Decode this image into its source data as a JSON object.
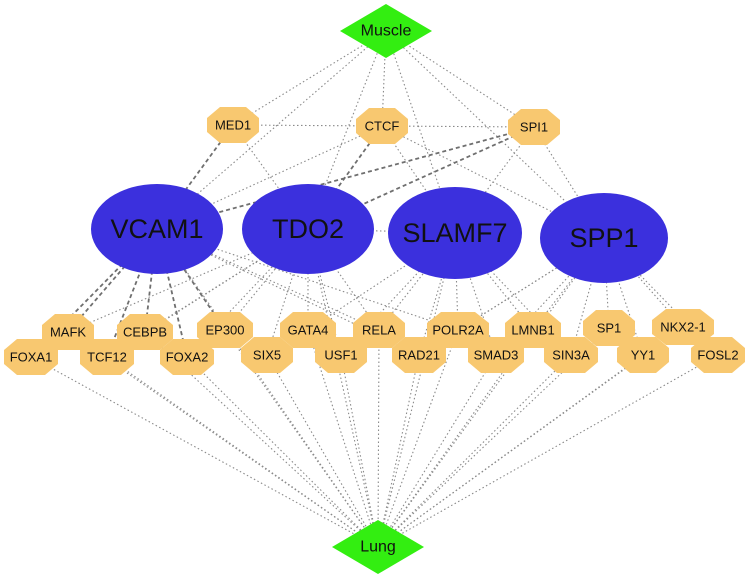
{
  "colors": {
    "hub": "#33ee11",
    "tf": "#f8c870",
    "gene": "#3b30dd",
    "edge": "#8a8a8a",
    "edge_dark": "#6f6f6f"
  },
  "hubs": {
    "muscle": "Muscle",
    "lung": "Lung"
  },
  "genes": {
    "vcam1": "VCAM1",
    "tdo2": "TDO2",
    "slamf7": "SLAMF7",
    "spp1": "SPP1"
  },
  "tfs": {
    "med1": "MED1",
    "ctcf": "CTCF",
    "spi1": "SPI1",
    "mafk": "MAFK",
    "cebpb": "CEBPB",
    "ep300": "EP300",
    "gata4": "GATA4",
    "rela": "RELA",
    "polr2a": "POLR2A",
    "lmnb1": "LMNB1",
    "sp1": "SP1",
    "nkx2_1": "NKX2-1",
    "foxa1": "FOXA1",
    "tcf12": "TCF12",
    "foxa2": "FOXA2",
    "six5": "SIX5",
    "usf1": "USF1",
    "rad21": "RAD21",
    "smad3": "SMAD3",
    "sin3a": "SIN3A",
    "yy1": "YY1",
    "fosl2": "FOSL2"
  },
  "edges": [
    [
      "muscle",
      "med1"
    ],
    [
      "muscle",
      "ctcf"
    ],
    [
      "muscle",
      "spi1"
    ],
    [
      "muscle",
      "vcam1"
    ],
    [
      "muscle",
      "tdo2"
    ],
    [
      "muscle",
      "slamf7"
    ],
    [
      "muscle",
      "spp1"
    ],
    [
      "med1",
      "vcam1"
    ],
    [
      "med1",
      "tdo2"
    ],
    [
      "med1",
      "spi1"
    ],
    [
      "ctcf",
      "vcam1"
    ],
    [
      "ctcf",
      "tdo2"
    ],
    [
      "ctcf",
      "slamf7"
    ],
    [
      "ctcf",
      "spp1"
    ],
    [
      "spi1",
      "vcam1"
    ],
    [
      "spi1",
      "tdo2"
    ],
    [
      "spi1",
      "slamf7"
    ],
    [
      "spi1",
      "spp1"
    ],
    [
      "vcam1",
      "mafk"
    ],
    [
      "vcam1",
      "foxa1"
    ],
    [
      "vcam1",
      "tcf12"
    ],
    [
      "vcam1",
      "cebpb"
    ],
    [
      "vcam1",
      "foxa2"
    ],
    [
      "vcam1",
      "ep300"
    ],
    [
      "vcam1",
      "rela"
    ],
    [
      "vcam1",
      "rad21"
    ],
    [
      "vcam1",
      "polr2a"
    ],
    [
      "tdo2",
      "mafk"
    ],
    [
      "tdo2",
      "cebpb"
    ],
    [
      "tdo2",
      "foxa2"
    ],
    [
      "tdo2",
      "ep300"
    ],
    [
      "tdo2",
      "six5"
    ],
    [
      "tdo2",
      "gata4"
    ],
    [
      "tdo2",
      "usf1"
    ],
    [
      "tdo2",
      "rela"
    ],
    [
      "tdo2",
      "tcf12"
    ],
    [
      "tdo2",
      "slamf7"
    ],
    [
      "slamf7",
      "rela"
    ],
    [
      "slamf7",
      "polr2a"
    ],
    [
      "slamf7",
      "rad21"
    ],
    [
      "slamf7",
      "smad3"
    ],
    [
      "slamf7",
      "lmnb1"
    ],
    [
      "slamf7",
      "usf1"
    ],
    [
      "slamf7",
      "gata4"
    ],
    [
      "slamf7",
      "sin3a"
    ],
    [
      "spp1",
      "polr2a"
    ],
    [
      "spp1",
      "lmnb1"
    ],
    [
      "spp1",
      "sp1"
    ],
    [
      "spp1",
      "yy1"
    ],
    [
      "spp1",
      "nkx2_1"
    ],
    [
      "spp1",
      "fosl2"
    ],
    [
      "spp1",
      "sin3a"
    ],
    [
      "spp1",
      "smad3"
    ],
    [
      "spp1",
      "rad21"
    ],
    [
      "lung",
      "foxa1"
    ],
    [
      "lung",
      "mafk"
    ],
    [
      "lung",
      "tcf12"
    ],
    [
      "lung",
      "cebpb"
    ],
    [
      "lung",
      "foxa2"
    ],
    [
      "lung",
      "ep300"
    ],
    [
      "lung",
      "six5"
    ],
    [
      "lung",
      "gata4"
    ],
    [
      "lung",
      "usf1"
    ],
    [
      "lung",
      "rela"
    ],
    [
      "lung",
      "rad21"
    ],
    [
      "lung",
      "polr2a"
    ],
    [
      "lung",
      "smad3"
    ],
    [
      "lung",
      "lmnb1"
    ],
    [
      "lung",
      "sin3a"
    ],
    [
      "lung",
      "sp1"
    ],
    [
      "lung",
      "yy1"
    ],
    [
      "lung",
      "nkx2_1"
    ],
    [
      "lung",
      "fosl2"
    ],
    [
      "lung",
      "vcam1"
    ],
    [
      "lung",
      "tdo2"
    ],
    [
      "lung",
      "slamf7"
    ],
    [
      "lung",
      "spp1"
    ]
  ],
  "dark_edges": [
    [
      "med1",
      "vcam1"
    ],
    [
      "spi1",
      "vcam1"
    ],
    [
      "spi1",
      "tdo2"
    ],
    [
      "ctcf",
      "tdo2"
    ],
    [
      "vcam1",
      "mafk"
    ],
    [
      "vcam1",
      "foxa1"
    ],
    [
      "vcam1",
      "tcf12"
    ],
    [
      "vcam1",
      "cebpb"
    ],
    [
      "vcam1",
      "foxa2"
    ],
    [
      "vcam1",
      "ep300"
    ]
  ]
}
